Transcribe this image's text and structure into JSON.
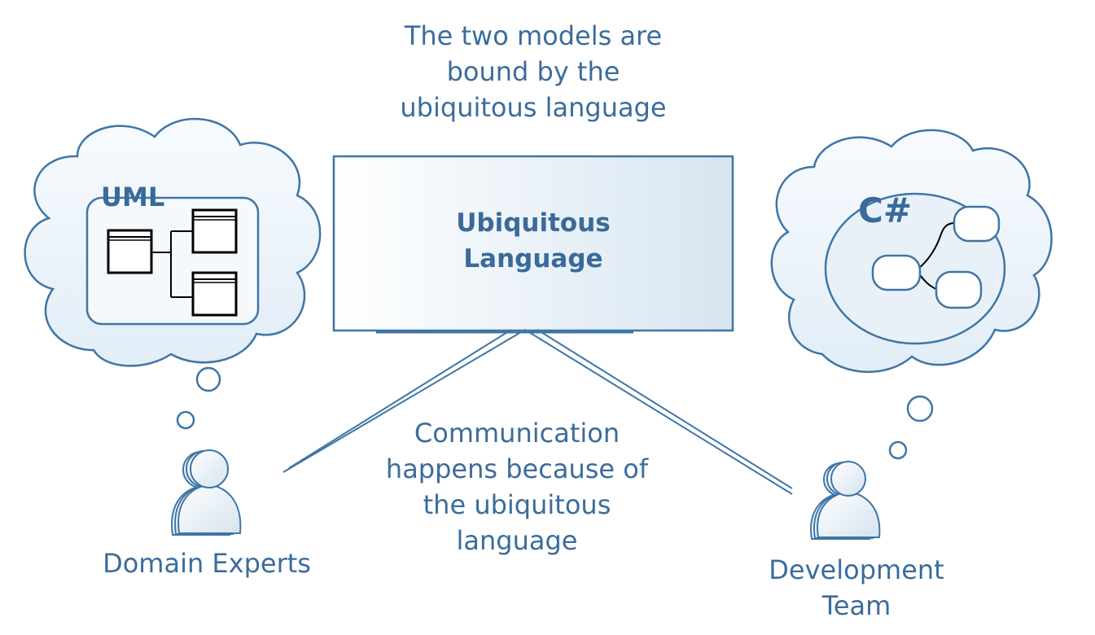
{
  "top_note": {
    "line1": "The two models are",
    "line2": "bound by the",
    "line3": "ubiquitous language"
  },
  "center_box": {
    "line1": "Ubiquitous",
    "line2": "Language"
  },
  "bottom_note": {
    "line1": "Communication",
    "line2": "happens because of",
    "line3": "the ubiquitous",
    "line4": "language"
  },
  "left_actor": {
    "cloud_title": "UML",
    "label": "Domain Experts"
  },
  "right_actor": {
    "cloud_title": "C#",
    "label_line1": "Development",
    "label_line2": "Team"
  },
  "colors": {
    "stroke": "#3f75a6",
    "text": "#3b6c9c",
    "fill_light": "#eef4fa"
  }
}
